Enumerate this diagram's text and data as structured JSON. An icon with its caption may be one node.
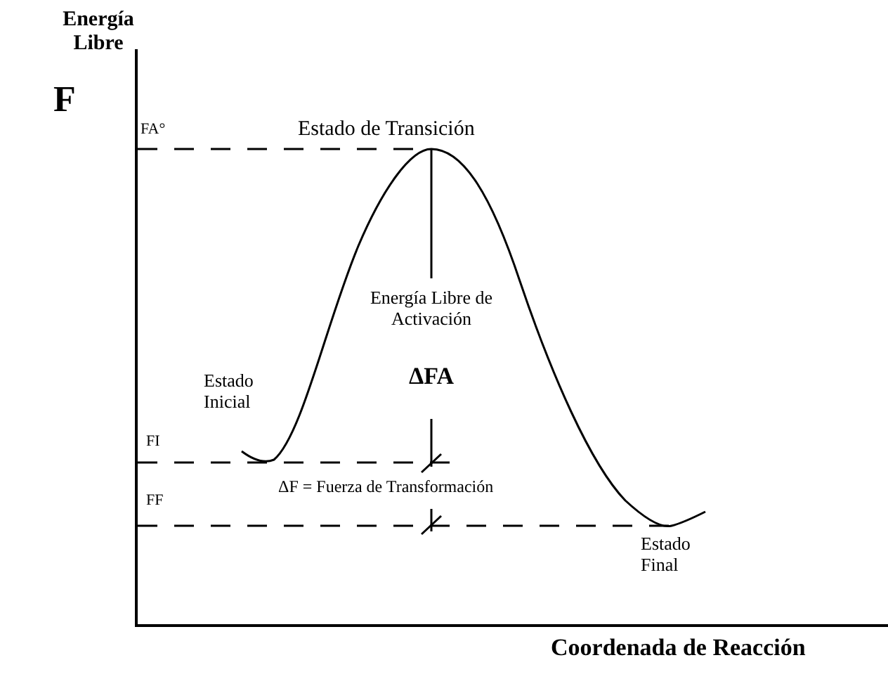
{
  "diagram": {
    "labels": [
      "Energía Libre",
      "F",
      "FA°",
      "Estado de Transición",
      "Energía Libre de Activación",
      "ΔFA",
      "Estado Inicial",
      "FI",
      "ΔF = Fuerza de Transformación",
      "FF",
      "Estado Final",
      "Coordenada de Reacción"
    ]
  }
}
